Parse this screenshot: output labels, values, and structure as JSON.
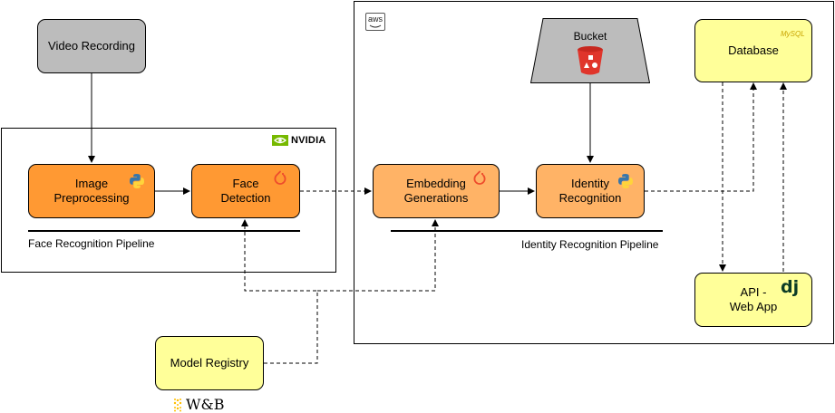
{
  "nodes": {
    "video_recording": "Video Recording",
    "image_preprocessing": "Image\nPreprocessing",
    "face_detection": "Face\nDetection",
    "embedding_generations": "Embedding\nGenerations",
    "identity_recognition": "Identity\nRecognition",
    "bucket": "Bucket",
    "database": "Database",
    "api_web_app": "API -\nWeb App",
    "model_registry": "Model Registry"
  },
  "captions": {
    "face_pipeline": "Face Recognition Pipeline",
    "identity_pipeline": "Identity Recognition Pipeline"
  },
  "logos": {
    "nvidia": "NVIDIA",
    "aws": "aws",
    "wandb": "W&B",
    "django": "dj",
    "mysql": "MySQL"
  },
  "icons": {
    "image_preprocessing": "python-icon",
    "face_detection": "pytorch-icon",
    "embedding_generations": "pytorch-icon",
    "identity_recognition": "python-icon",
    "bucket": "s3-bucket-icon"
  },
  "colors": {
    "gray": "#bcbcbc",
    "orange": "#ff9933",
    "light_orange": "#ffb366",
    "yellow": "#ffff99",
    "nvidia_green": "#76b900",
    "pytorch_red": "#ee4c2c",
    "s3_red": "#e0352b"
  }
}
